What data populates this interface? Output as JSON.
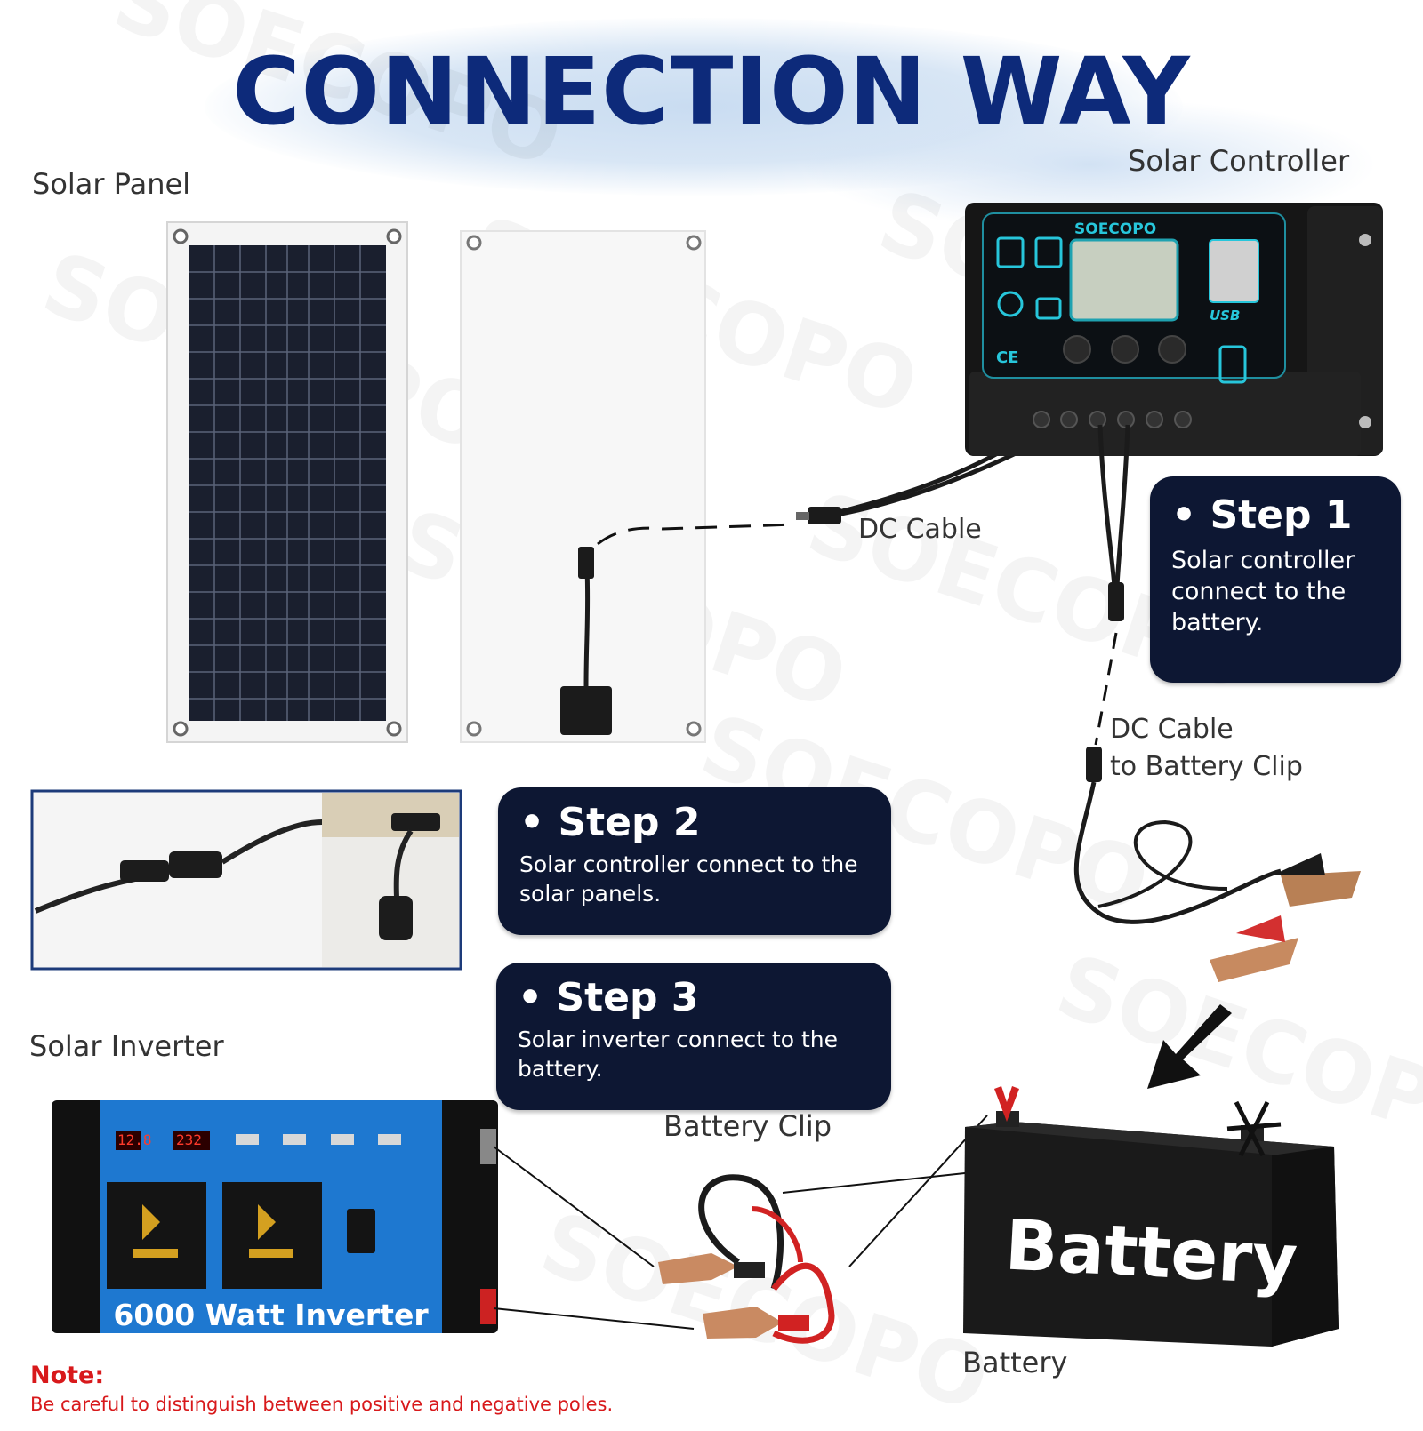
{
  "title": "CONNECTION WAY",
  "watermark": "SOECOPO",
  "labels": {
    "solar_panel": "Solar Panel",
    "solar_controller": "Solar Controller",
    "dc_cable": "DC Cable",
    "dc_cable_battery_line1": "DC Cable",
    "dc_cable_battery_line2": "to Battery Clip",
    "solar_inverter": "Solar Inverter",
    "battery_clip": "Battery Clip",
    "battery": "Battery"
  },
  "controller": {
    "brand": "SOECOPO",
    "usb_label": "USB",
    "ce_mark": "CE"
  },
  "steps": [
    {
      "title": "Step 1",
      "text": "Solar controller connect to the battery."
    },
    {
      "title": "Step 2",
      "text": "Solar controller connect to the solar panels."
    },
    {
      "title": "Step 3",
      "text": "Solar inverter connect to the battery."
    }
  ],
  "inverter": {
    "display_1": "12.8",
    "display_2": "232",
    "label": "6000 Watt Inverter"
  },
  "battery_text": "Battery",
  "note": {
    "title": "Note:",
    "text": "Be careful to distinguish between positive and negative poles."
  },
  "colors": {
    "title": "#0d2a7a",
    "step_box": "#0d1733",
    "note": "#d8191b",
    "inverter_blue": "#1e78d0",
    "controller_accent": "#22c3d8"
  }
}
